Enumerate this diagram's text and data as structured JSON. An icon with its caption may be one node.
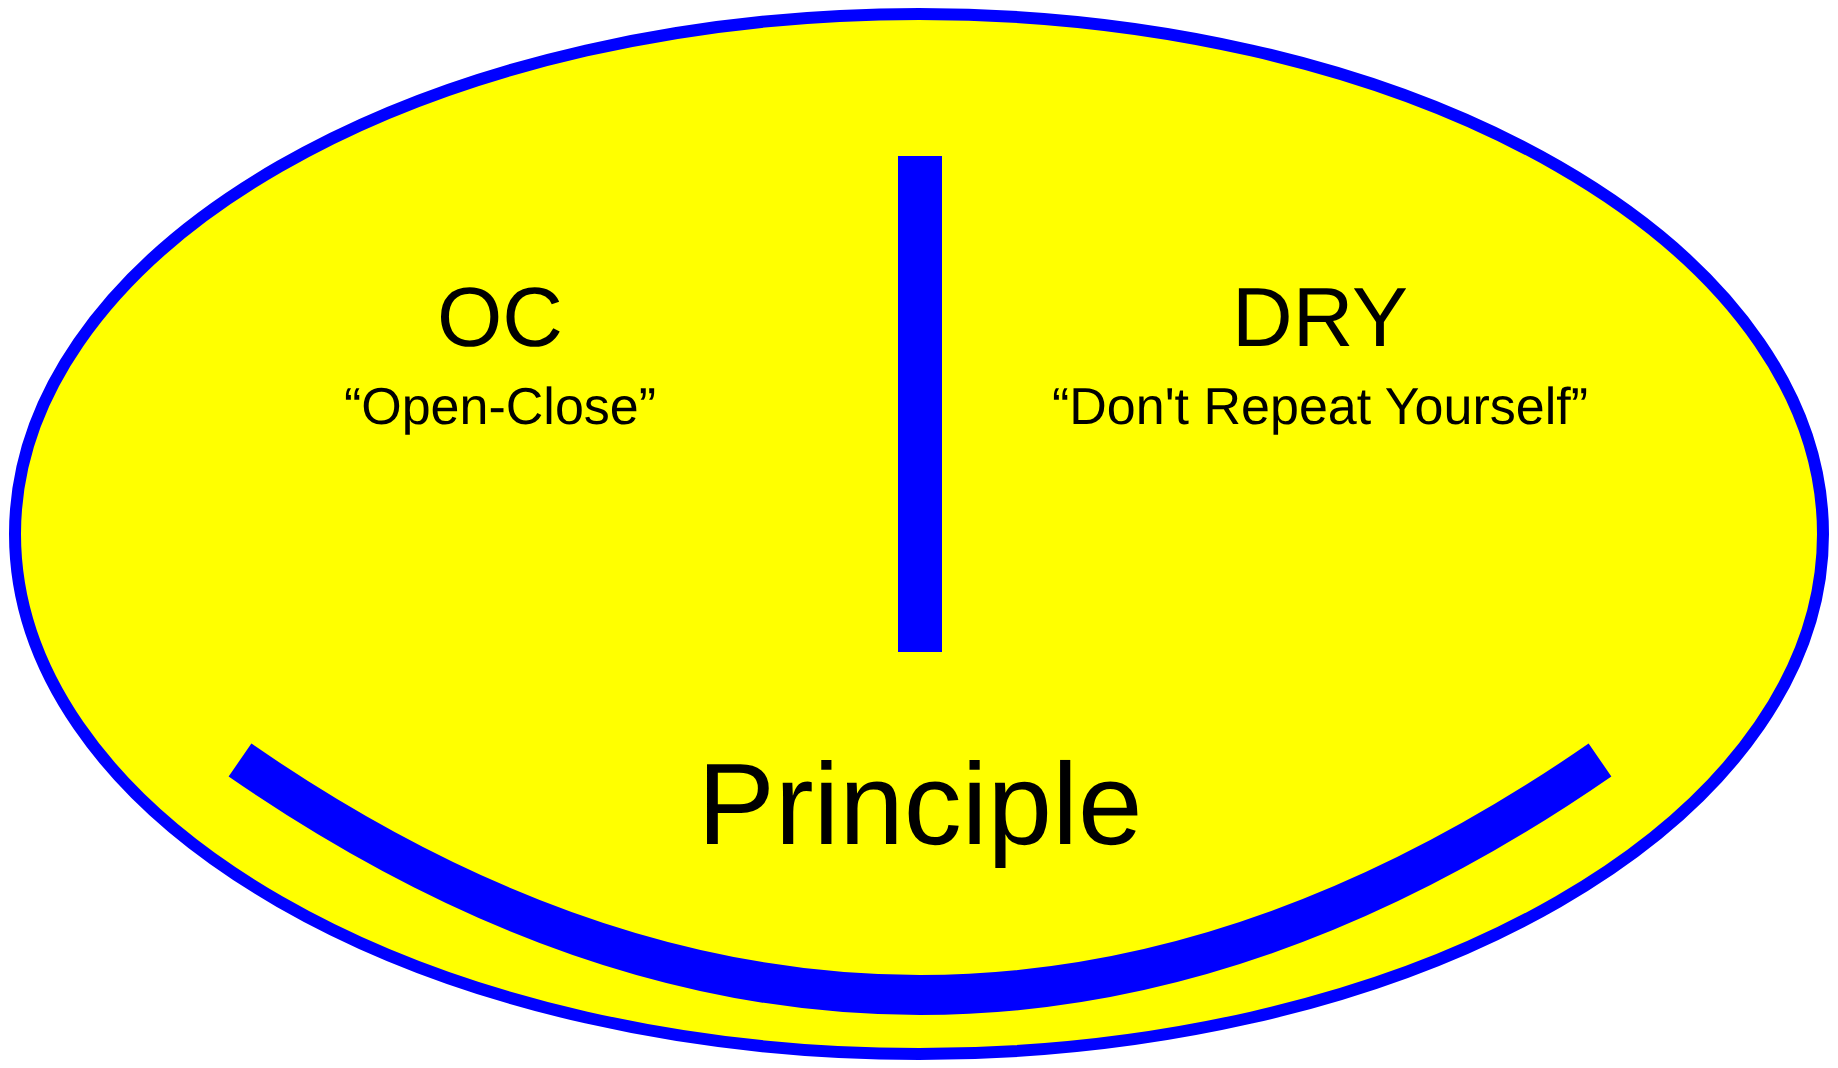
{
  "diagram": {
    "nodes": [
      {
        "text": [
          "OC",
          "“Open-Close”",
          "DRY",
          "“Don't Repeat Yourself”",
          "Principle"
        ]
      }
    ]
  }
}
